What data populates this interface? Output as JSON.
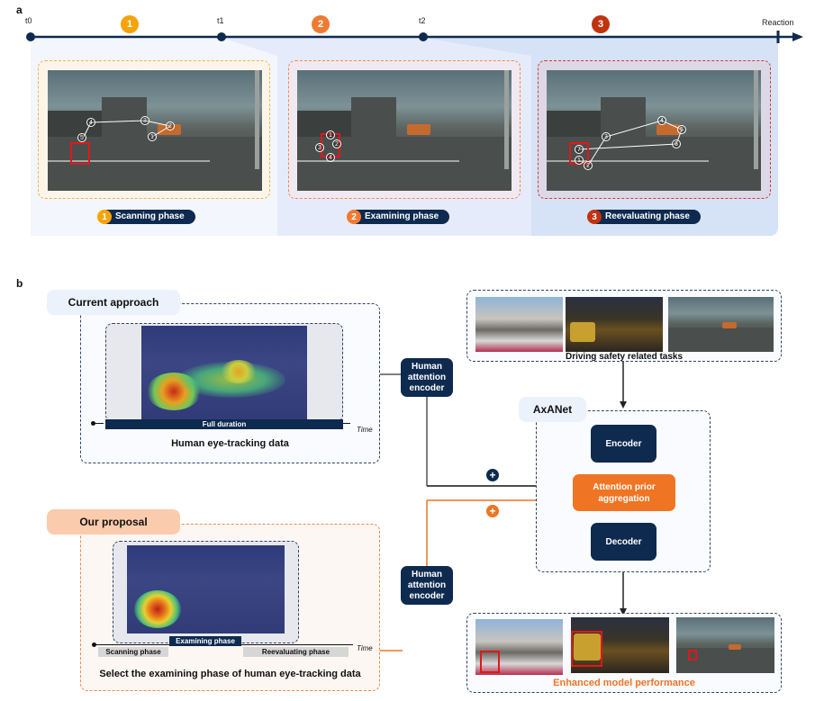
{
  "panel_a": {
    "label": "a",
    "timeline": {
      "ticks": [
        "t0",
        "t1",
        "t2"
      ],
      "end_label": "Reaction",
      "phase_numbers": [
        "1",
        "2",
        "3"
      ]
    },
    "phases": [
      {
        "number": "1",
        "label": "Scanning phase",
        "color": "#f5a30a",
        "fixations": [
          "1",
          "2",
          "3",
          "4",
          "5"
        ]
      },
      {
        "number": "2",
        "label": "Examining phase",
        "color": "#f07a32",
        "fixations": [
          "1",
          "2",
          "3",
          "4"
        ]
      },
      {
        "number": "3",
        "label": "Reevaluating phase",
        "color": "#c1320f",
        "fixations": [
          "1",
          "2",
          "3",
          "4",
          "5",
          "6",
          "7"
        ]
      }
    ]
  },
  "panel_b": {
    "label": "b",
    "current": {
      "title": "Current approach",
      "bar_label": "Full duration",
      "axis_label": "Time",
      "caption": "Human eye-tracking data"
    },
    "proposal": {
      "title": "Our proposal",
      "phases": [
        "Scanning phase",
        "Examining phase",
        "Reevaluating phase"
      ],
      "axis_label": "Time",
      "caption": "Select the examining phase of human eye-tracking data"
    },
    "encoder_label": "Human attention encoder",
    "tasks_caption": "Driving safety related tasks",
    "model": {
      "name": "AxANet",
      "encoder": "Encoder",
      "aggregation": "Attention prior aggregation",
      "decoder": "Decoder"
    },
    "plus_symbol": "+",
    "output_caption": "Enhanced model performance",
    "colors": {
      "navy": "#0e2a4f",
      "orange": "#ef7423",
      "yellow": "#f5a30a",
      "dark_red": "#c1320f"
    }
  }
}
